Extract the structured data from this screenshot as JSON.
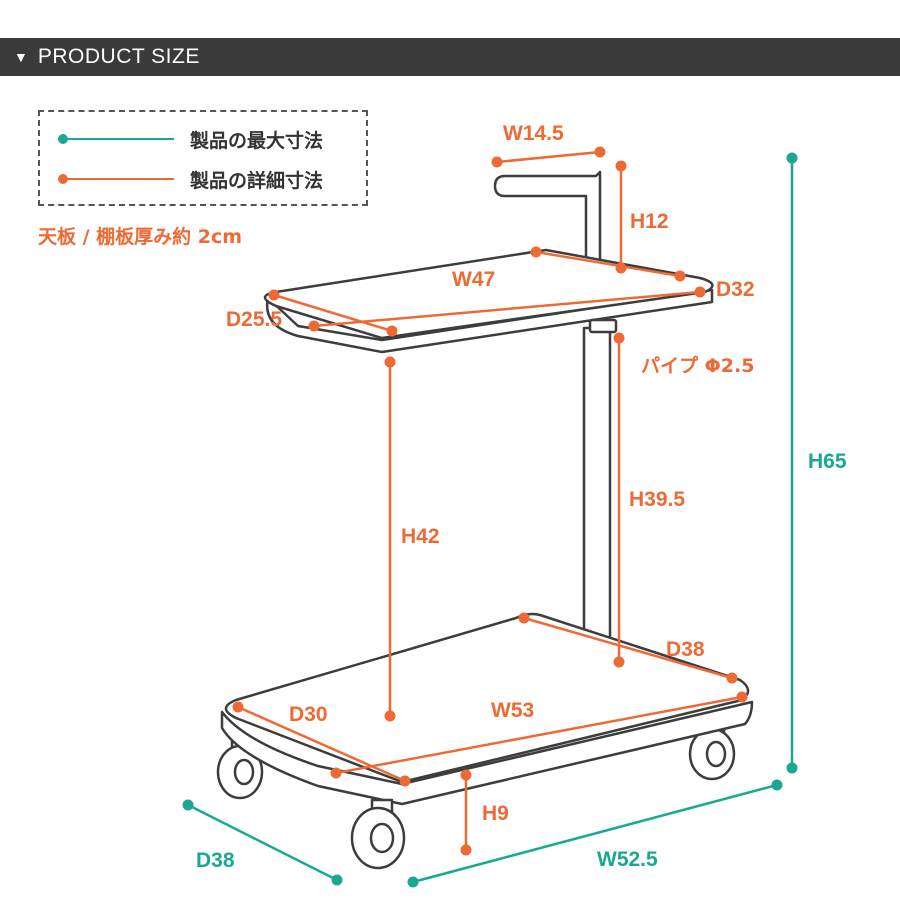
{
  "header": {
    "marker": "▼",
    "title": "PRODUCT SIZE"
  },
  "legend": {
    "max_dimension_label": "製品の最大寸法",
    "detail_dimension_label": "製品の詳細寸法"
  },
  "note": "天板 / 棚板厚み約 2cm",
  "colors": {
    "max_dimension": "#1aa891",
    "detail_dimension": "#ee6a35",
    "header_bg": "#3a3a3a",
    "outline": "#3d3d3d"
  },
  "dimensions": {
    "handle_width": "W14.5",
    "handle_height": "H12",
    "top_width": "W47",
    "top_depth_right": "D32",
    "top_depth_left": "D25.5",
    "pipe": "パイプ Φ2.5",
    "pole_height": "H39.5",
    "top_shelf_height": "H42",
    "overall_height": "H65",
    "bottom_depth_right": "D38",
    "bottom_width": "W53",
    "bottom_depth_left": "D30",
    "clearance_height": "H9",
    "overall_depth": "D38",
    "overall_width": "W52.5"
  }
}
